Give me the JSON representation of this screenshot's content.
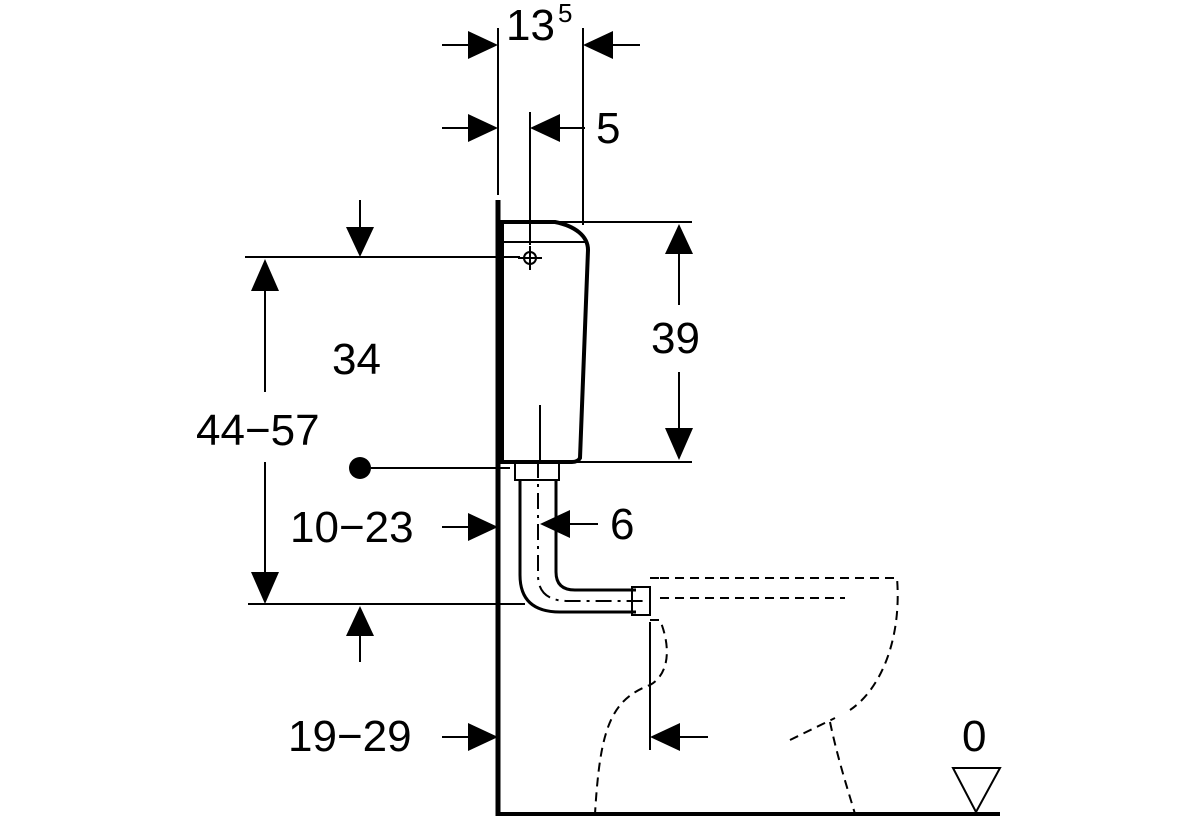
{
  "dimensions": {
    "tank_depth": "13",
    "tank_depth_sup": "5",
    "inlet_offset": "5",
    "tank_height": "39",
    "inlet_to_outlet": "34",
    "outlet_height_range": "44−57",
    "outlet_wall_distance": "10−23",
    "pipe_offset": "6",
    "bowl_wall_distance": "19−29",
    "floor_level": "0"
  }
}
